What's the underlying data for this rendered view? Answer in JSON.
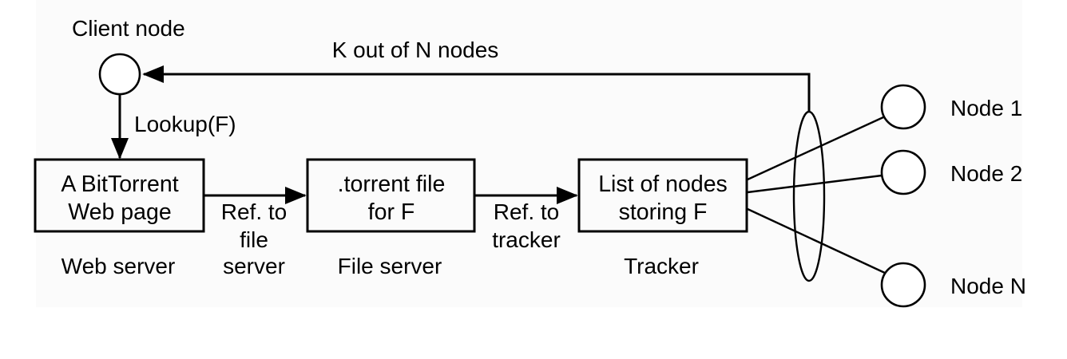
{
  "diagram": {
    "title_label": "Client node",
    "client_node": {
      "label": "Client node",
      "icon": "circle-node-icon"
    },
    "return_edge_label": "K out of N nodes",
    "lookup_edge_label": "Lookup(F)",
    "boxes": [
      {
        "id": "web-page-box",
        "line1": "A  BitTorrent",
        "line2": "Web page",
        "caption": "Web server"
      },
      {
        "id": "torrent-file-box",
        "line1": ".torrent file",
        "line2": "for F",
        "caption": "File server"
      },
      {
        "id": "tracker-box",
        "line1": "List of nodes",
        "line2": "storing F",
        "caption": "Tracker"
      }
    ],
    "edges": [
      {
        "id": "web-to-file",
        "line1": "Ref. to",
        "line2": "file",
        "line3": "server"
      },
      {
        "id": "file-to-tracker",
        "line1": "Ref. to",
        "line2": "tracker",
        "line3": ""
      }
    ],
    "peer_nodes": [
      {
        "id": "node-1",
        "label": "Node 1"
      },
      {
        "id": "node-2",
        "label": "Node 2"
      },
      {
        "id": "node-n",
        "label": "Node N"
      }
    ],
    "colors": {
      "stroke": "#000000",
      "panel_background": "#fbfbfb",
      "page_background": "#ffffff",
      "box_fill": "#fbfbfb"
    }
  }
}
